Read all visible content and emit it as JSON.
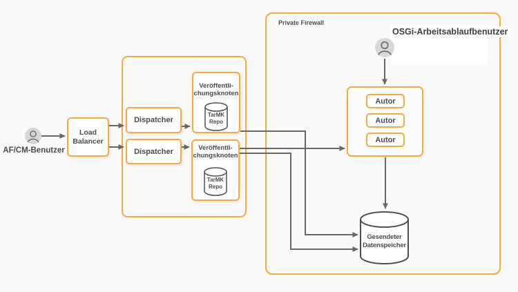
{
  "colors": {
    "accent_orange": "#F9A93C",
    "connector_gray": "#666666",
    "text_gray": "#4A4A4A",
    "icon_circle_gray": "#D8D8D8"
  },
  "left_zone": {
    "afcm_user_label": "AF/CM-Benutzer",
    "load_balancer": {
      "line1": "Load",
      "line2": "Balancer"
    }
  },
  "dispatch_zone": {
    "dispatchers": [
      "Dispatcher",
      "Dispatcher"
    ],
    "publish_nodes": [
      {
        "title_line1": "Veröffentli-",
        "title_line2": "chungsknoten",
        "repo_line1": "TarMK",
        "repo_line2": "Repo"
      },
      {
        "title_line1": "Veröffentli-",
        "title_line2": "chungsknoten",
        "repo_line1": "TarMK",
        "repo_line2": "Repo"
      }
    ]
  },
  "firewall_zone": {
    "label": "Private Firewall",
    "osgi_user_label": "OSGi-Arbeitsablaufbenutzer",
    "authors": [
      "Autor",
      "Autor",
      "Autor"
    ],
    "datastore": {
      "line1": "Gesendeter",
      "line2": "Datenspeicher"
    }
  }
}
